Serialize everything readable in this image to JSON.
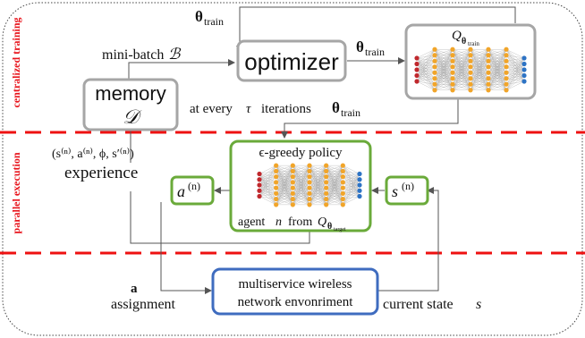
{
  "section_labels": {
    "training": "centralized training",
    "execution": "parallel execution"
  },
  "nodes": {
    "optimizer": "optimizer",
    "memory_line1": "memory",
    "memory_line2": "𝒟",
    "qnet_label": "Q",
    "qnet_sub": "θ",
    "qnet_subsub": "train",
    "policy_title": "ϵ-greedy  policy",
    "agent_label": "agent",
    "agent_n": "n",
    "agent_from": "from",
    "agent_q": "Q",
    "agent_sub": "θ",
    "agent_subsub": "target",
    "action": "a",
    "action_sup": "(n)",
    "state": "s",
    "state_sup": "(n)",
    "env_line1": "multiservice wireless",
    "env_line2": "network envonriment"
  },
  "edge_labels": {
    "theta_top": "θ",
    "theta_top_sub": "train",
    "theta_mid": "θ",
    "theta_mid_sub": "train",
    "minibatch": "mini-batch",
    "minibatch_sym": "ℬ",
    "every_tau_prefix": "at every",
    "every_tau_sym": "τ",
    "every_tau_suffix": "iterations",
    "every_tau_theta": "θ",
    "every_tau_sub": "train",
    "experience_tuple": "(s⁽ⁿ⁾, a⁽ⁿ⁾, ϕ, s′⁽ⁿ⁾)",
    "experience": "experience",
    "assign_sym": "a",
    "assignment": "assignment",
    "current_state": "current state",
    "current_state_sym": "s"
  },
  "colors": {
    "section_text": "#e8141c",
    "dash_line": "#ee1111",
    "gray_box": "#a6a6a6",
    "green_box": "#6aaa3a",
    "blue_box": "#3f6cbf",
    "nn_input": "#c0282d",
    "nn_hidden": "#f1a52a",
    "nn_output": "#2d73c4",
    "edge": "#555555"
  }
}
